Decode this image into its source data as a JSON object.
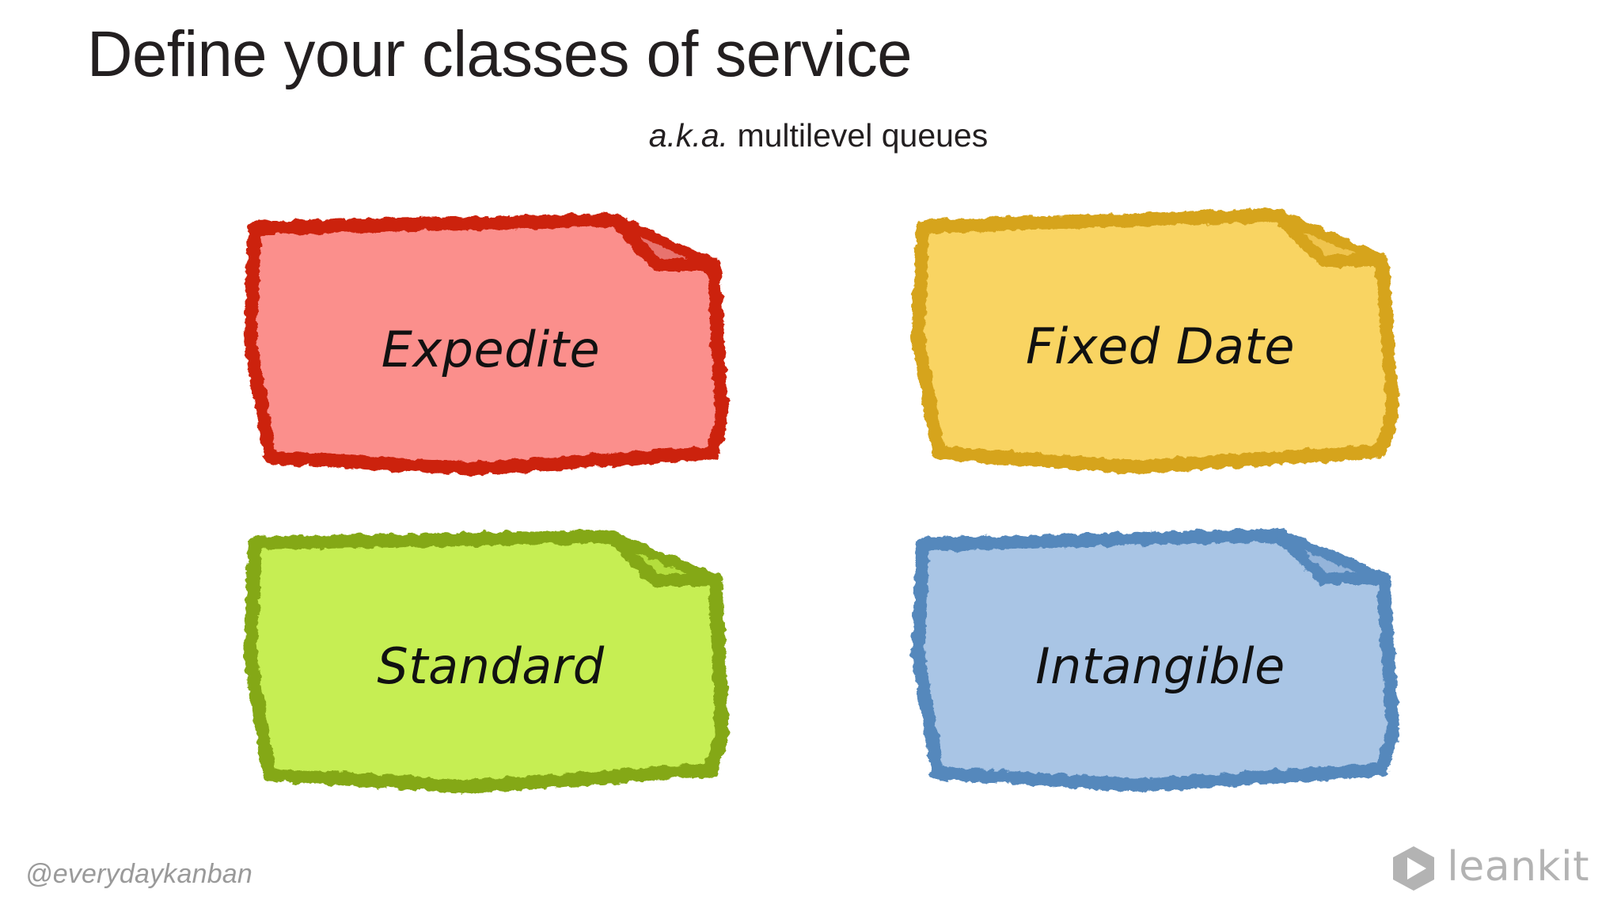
{
  "slide": {
    "title": "Define your classes of service",
    "subtitle_emphasis": "a.k.a.",
    "subtitle_rest": " multilevel queues",
    "background_color": "#ffffff",
    "title_color": "#231f20"
  },
  "notes": [
    {
      "label": "Expedite",
      "fill_color": "#FB8F8C",
      "border_color": "#CC2410",
      "fold_color": "#E8736E",
      "position": "top-left"
    },
    {
      "label": "Fixed Date",
      "fill_color": "#F9D462",
      "border_color": "#D6A41B",
      "fold_color": "#EFC44E",
      "position": "top-right"
    },
    {
      "label": "Standard",
      "fill_color": "#C6EE52",
      "border_color": "#84A813",
      "fold_color": "#B4DE3E",
      "position": "bottom-left"
    },
    {
      "label": "Intangible",
      "fill_color": "#A9C5E5",
      "border_color": "#5488BC",
      "fold_color": "#94B4DA",
      "position": "bottom-right"
    }
  ],
  "footer": {
    "handle": "@everydaykanban",
    "handle_color": "#9a9a9a",
    "logo_text": "leankit",
    "logo_color": "#b3b3b3",
    "logo_icon": "leankit-hexagon-play-icon"
  }
}
